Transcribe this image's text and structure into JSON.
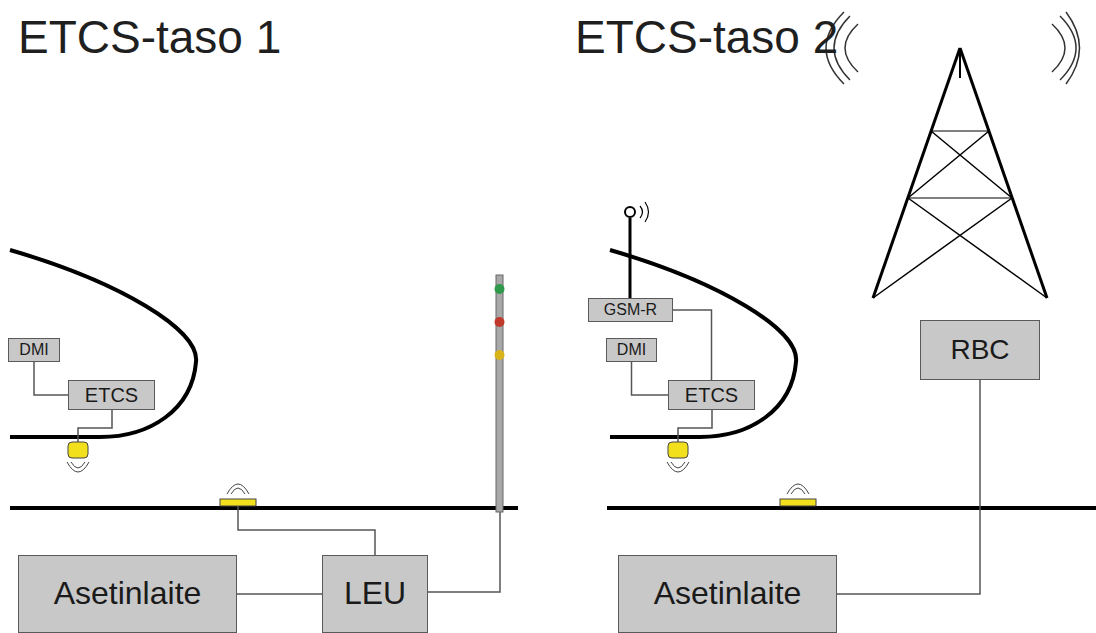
{
  "diagram": {
    "nodes": [
      {
        "text": [
          "DMI"
        ]
      },
      {
        "text": [
          "ETCS"
        ]
      },
      {
        "text": [
          "Asetinlaite"
        ]
      },
      {
        "text": [
          "LEU"
        ]
      },
      {
        "text": [
          "GSM-R"
        ]
      },
      {
        "text": [
          "DMI"
        ]
      },
      {
        "text": [
          "ETCS"
        ]
      },
      {
        "text": [
          "RBC"
        ]
      },
      {
        "text": [
          "Asetinlaite"
        ]
      }
    ],
    "edges": [
      {
        "from": 0,
        "to": 1,
        "arrow": "none"
      },
      {
        "from": 2,
        "to": 3,
        "arrow": "none"
      },
      {
        "from": 4,
        "to": 6,
        "arrow": "none"
      },
      {
        "from": 5,
        "to": 6,
        "arrow": "none"
      },
      {
        "from": 8,
        "to": 7,
        "arrow": "none"
      }
    ],
    "labels": [
      "ETCS-taso 1",
      "ETCS-taso 2"
    ]
  }
}
